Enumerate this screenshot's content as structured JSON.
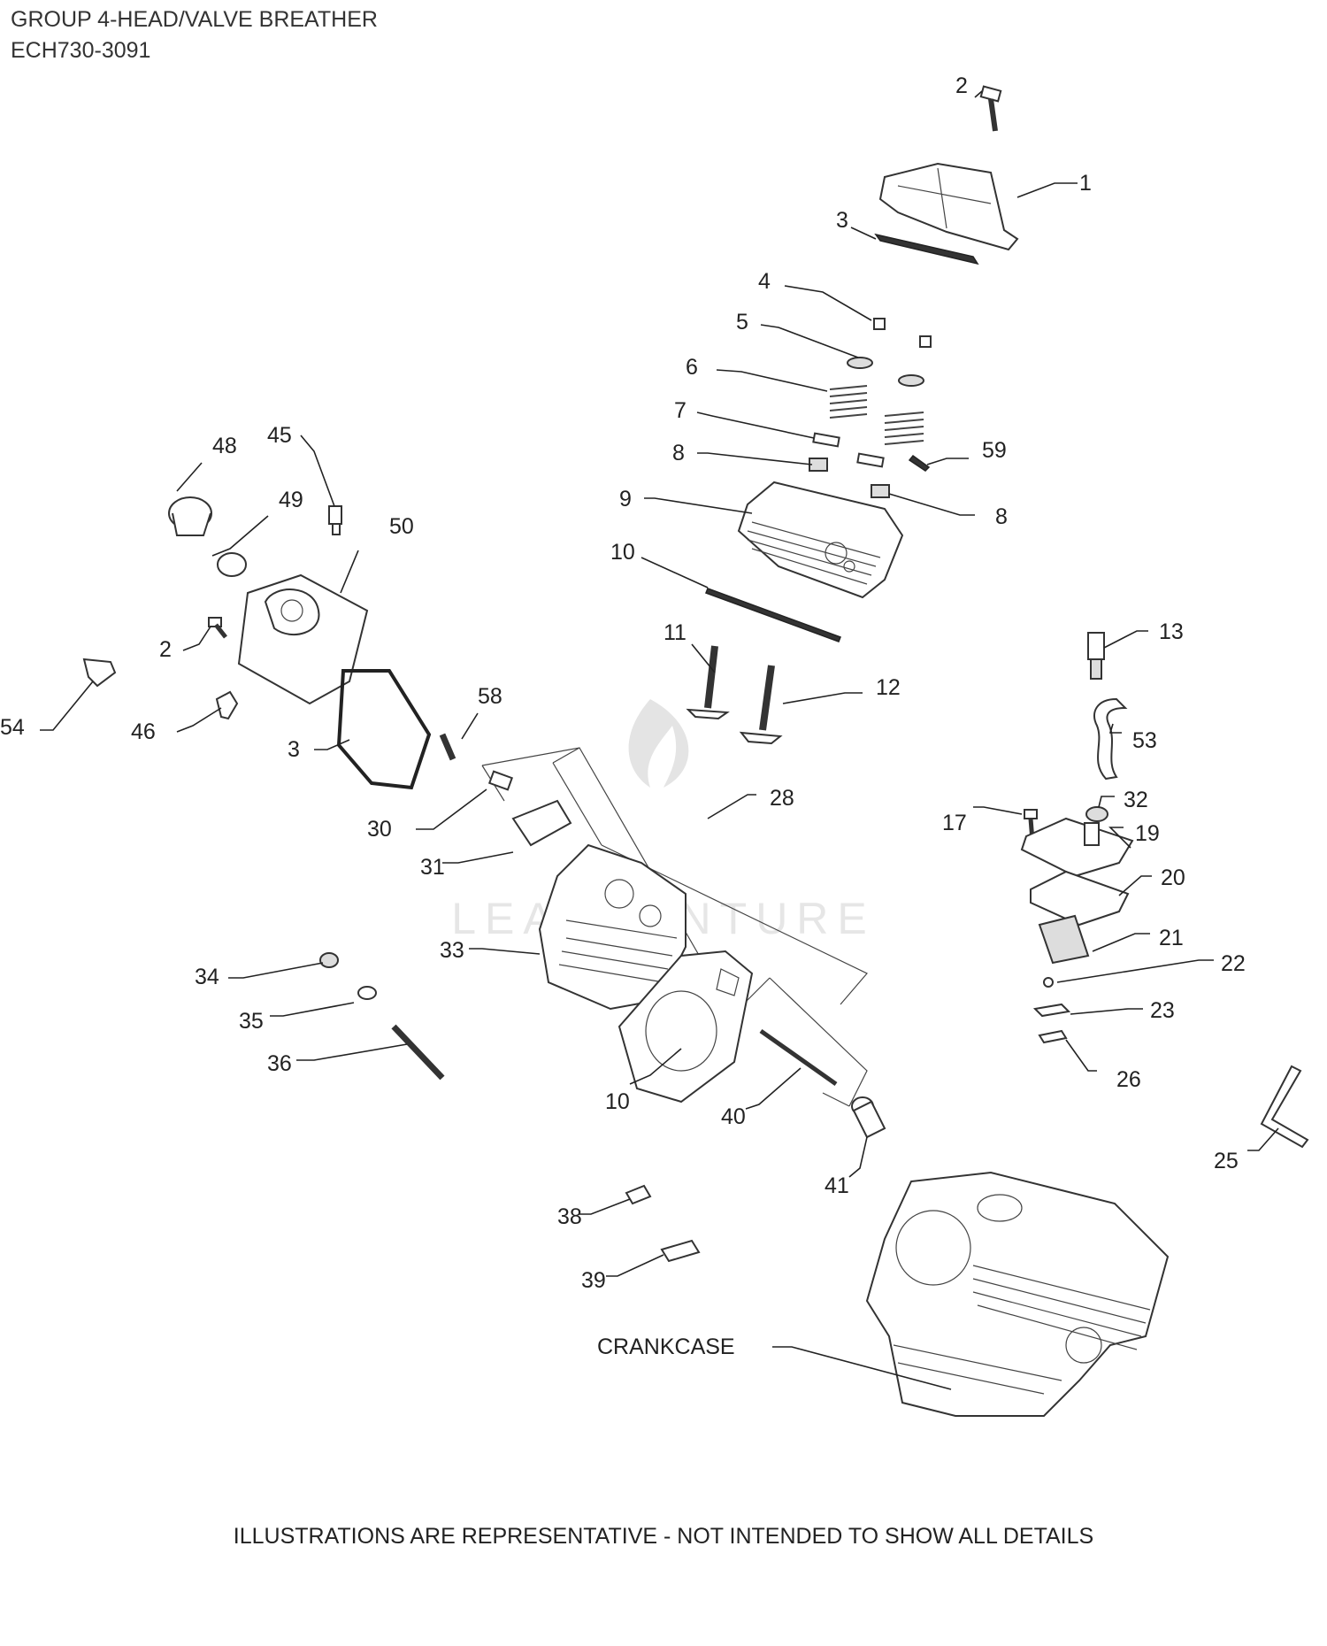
{
  "header": {
    "group_title": "GROUP 4-HEAD/VALVE BREATHER",
    "model": "ECH730-3091"
  },
  "footer": {
    "note": "ILLUSTRATIONS ARE REPRESENTATIVE - NOT INTENDED TO SHOW ALL DETAILS"
  },
  "watermark": {
    "text": "LEADVENTURE"
  },
  "callouts": {
    "c1": "1",
    "c2a": "2",
    "c2b": "2",
    "c3a": "3",
    "c3b": "3",
    "c4": "4",
    "c5": "5",
    "c6": "6",
    "c7": "7",
    "c8a": "8",
    "c8b": "8",
    "c9": "9",
    "c10a": "10",
    "c10b": "10",
    "c11": "11",
    "c12": "12",
    "c13": "13",
    "c17": "17",
    "c19": "19",
    "c20": "20",
    "c21": "21",
    "c22": "22",
    "c23": "23",
    "c25": "25",
    "c26": "26",
    "c28": "28",
    "c30": "30",
    "c31": "31",
    "c32": "32",
    "c33": "33",
    "c34": "34",
    "c35": "35",
    "c36": "36",
    "c38": "38",
    "c39": "39",
    "c40": "40",
    "c41": "41",
    "c45": "45",
    "c46": "46",
    "c48": "48",
    "c49": "49",
    "c50": "50",
    "c53": "53",
    "c54": "54",
    "c58": "58",
    "c59": "59",
    "crankcase": "CRANKCASE"
  }
}
